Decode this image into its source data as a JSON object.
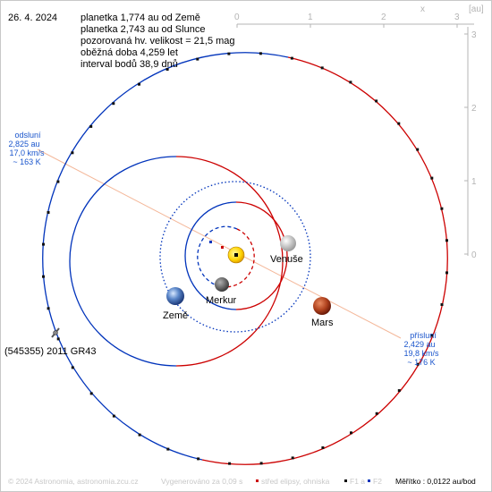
{
  "header": {
    "date": "26. 4. 2024",
    "info_lines": [
      "planetka 1,774 au od Země",
      "planetka 2,743 au od Slunce",
      "pozorovaná hv. velikost = 21,5 mag",
      "oběžná doba 4,259 let",
      "interval bodů 38,9 dnů"
    ]
  },
  "axes": {
    "x_ticks": [
      "0",
      "1",
      "2",
      "3"
    ],
    "x_label": "x",
    "y_ticks": [
      "3",
      "2",
      "1",
      "0"
    ],
    "y_unit": "[au]"
  },
  "bodies": {
    "venus": "Venuše",
    "mercury": "Merkur",
    "earth": "Země",
    "mars": "Mars"
  },
  "asteroid": {
    "name": "(545355) 2011 GR43"
  },
  "aphelion": {
    "title": "odsluní",
    "distance": "2,825 au",
    "speed": "17,0 km/s",
    "temp": "~ 163 K"
  },
  "perihelion": {
    "title": "přísluní",
    "distance": "2,429 au",
    "speed": "19,8 km/s",
    "temp": "~ 176 K"
  },
  "footer": {
    "copyright": "© 2024 Astronomia, astronomia.zcu.cz",
    "generated": "Vygenerováno za 0,09 s",
    "legend_center": "střed elipsy, ohniska",
    "legend_f1": "F1 a",
    "legend_f2": "F2",
    "scale": "Měřítko : 0,0122 au/bod"
  },
  "colors": {
    "orbit_above": "#cc0000",
    "orbit_below": "#0033bb",
    "apsis_line": "#f4b89a",
    "label_blue": "#1a55cc",
    "axis_gray": "#b4b4b4"
  }
}
